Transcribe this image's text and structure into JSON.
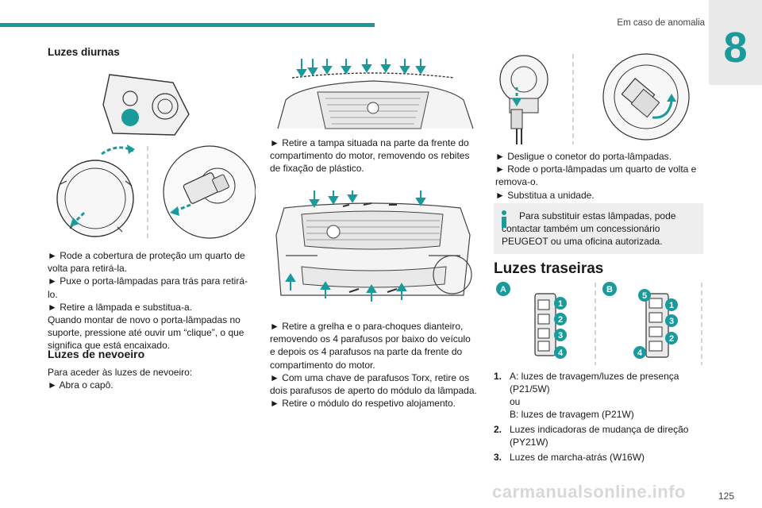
{
  "header": {
    "section_title": "Em caso de anomalia",
    "chapter_number": "8"
  },
  "col1": {
    "title": "Luzes diurnas",
    "steps": [
      "► Rode a cobertura de proteção um quarto de volta para retirá-la.",
      "► Puxe o porta-lâmpadas para trás para retirá-lo.",
      "► Retire a lâmpada e substitua-a."
    ],
    "note": "Quando montar de novo o porta-lâmpadas no suporte, pressione até ouvir um “clique”, o que significa que está encaixado.",
    "fog_title": "Luzes de nevoeiro",
    "fog_intro": "Para aceder às luzes de nevoeiro:",
    "fog_step": "► Abra o capô."
  },
  "col2": {
    "step1": "► Retire a tampa situada na parte da frente do compartimento do motor, removendo os rebites de fixação de plástico.",
    "step2_lines": [
      "► Retire a grelha e o para-choques dianteiro,",
      "removendo os 4 parafusos por baixo do veículo",
      "e depois os 4 parafusos na parte da frente do",
      "compartimento do motor."
    ],
    "step3": "► Com uma chave de parafusos Torx, retire os dois parafusos de aperto do módulo da lâmpada.",
    "step4": "► Retire o módulo do respetivo alojamento."
  },
  "col3": {
    "steps": [
      "► Desligue o conetor do porta-lâmpadas.",
      "► Rode o porta-lâmpadas um quarto de volta e remova-o.",
      "► Substitua a unidade."
    ],
    "info_text": "Para substituir estas lâmpadas, pode contactar também um concessionário PEUGEOT ou uma oficina autorizada.",
    "rear_title": "Luzes traseiras",
    "label_a": "A",
    "label_b": "B",
    "markers_a": [
      "1",
      "2",
      "3",
      "4"
    ],
    "markers_b": [
      "5",
      "1",
      "3",
      "2",
      "4"
    ],
    "list": [
      {
        "n": "1.",
        "lines": [
          "A: luzes de travagem/luzes de presença",
          "(P21/5W)",
          "ou",
          "B: luzes de travagem (P21W)"
        ]
      },
      {
        "n": "2.",
        "lines": [
          "Luzes indicadoras de mudança de direção",
          "(PY21W)"
        ]
      },
      {
        "n": "3.",
        "lines": [
          "Luzes de marcha-atrás (W16W)"
        ]
      }
    ]
  },
  "footer": {
    "page_number": "125",
    "watermark": "carmanualsonline.info"
  }
}
